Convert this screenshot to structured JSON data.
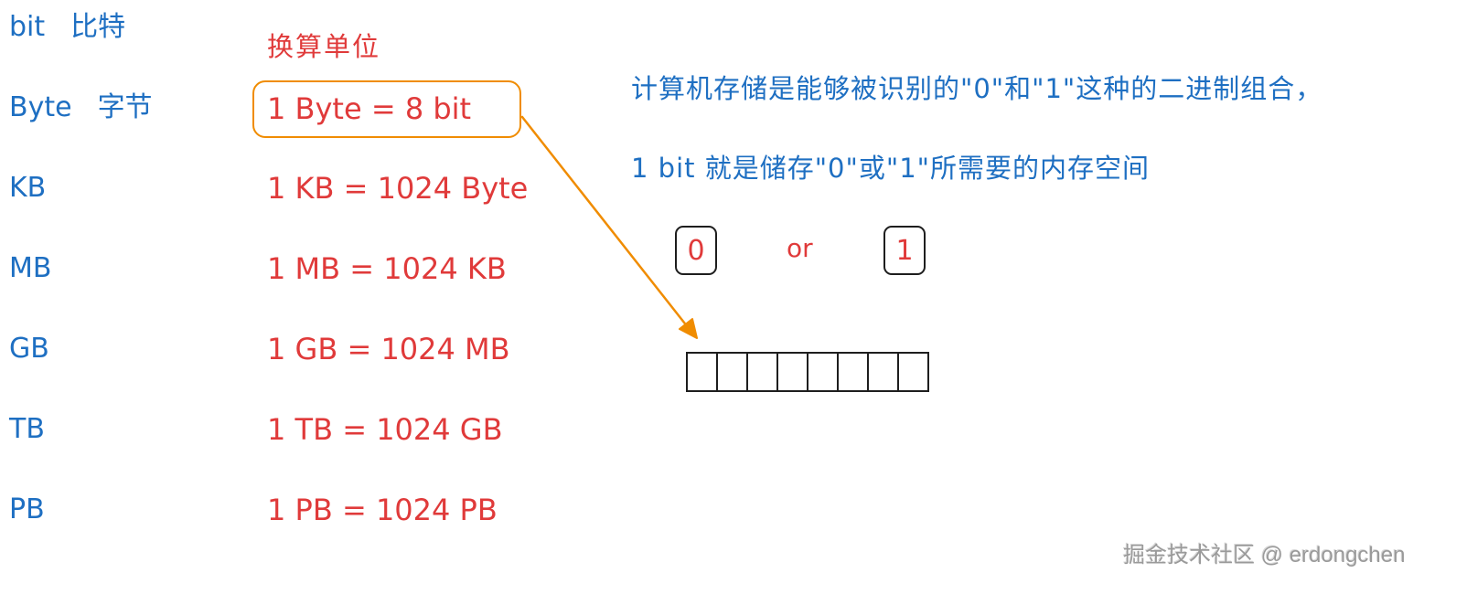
{
  "colors": {
    "unit_blue": "#1e6fc2",
    "conversion_red": "#e03a3a",
    "highlight_orange": "#f08c00",
    "stroke_black": "#1e1e1e",
    "watermark_gray": "#9a9a9a"
  },
  "units": [
    {
      "abbr": "bit",
      "cn": "比特"
    },
    {
      "abbr": "Byte",
      "cn": "字节"
    },
    {
      "abbr": "KB",
      "cn": ""
    },
    {
      "abbr": "MB",
      "cn": ""
    },
    {
      "abbr": "GB",
      "cn": ""
    },
    {
      "abbr": "TB",
      "cn": ""
    },
    {
      "abbr": "PB",
      "cn": ""
    }
  ],
  "conversions": {
    "title": "换算单位",
    "items": [
      "1 Byte = 8 bit",
      "1 KB = 1024 Byte",
      "1 MB = 1024 KB",
      "1 GB = 1024 MB",
      "1 TB = 1024 GB",
      "1 PB = 1024 PB"
    ],
    "highlighted_index": 0
  },
  "description": {
    "line1": "计算机存储是能够被识别的\"0\"和\"1\"这种的二进制组合，",
    "line2": "1 bit 就是储存\"0\"或\"1\"所需要的内存空间"
  },
  "bit_values": {
    "zero": "0",
    "or": "or",
    "one": "1"
  },
  "byte_cells": {
    "count": 8
  },
  "watermark": "掘金技术社区 @ erdongchen"
}
